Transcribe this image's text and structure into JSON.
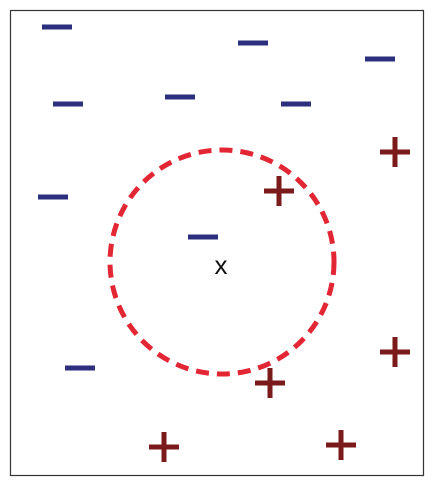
{
  "diagram": {
    "query_label": "x",
    "colors": {
      "minus": "#2b2f7d",
      "plus": "#7a1a1a",
      "circle": "#e32634",
      "frame": "#333333",
      "query": "#111111"
    },
    "symbols": {
      "minus": "−",
      "plus": "+"
    },
    "points": [
      {
        "type": "minus",
        "name": "minus-point-1"
      },
      {
        "type": "minus",
        "name": "minus-point-2"
      },
      {
        "type": "minus",
        "name": "minus-point-3"
      },
      {
        "type": "minus",
        "name": "minus-point-4"
      },
      {
        "type": "minus",
        "name": "minus-point-5"
      },
      {
        "type": "minus",
        "name": "minus-point-6"
      },
      {
        "type": "minus",
        "name": "minus-point-7"
      },
      {
        "type": "minus",
        "name": "minus-point-inside"
      },
      {
        "type": "minus",
        "name": "minus-point-8"
      },
      {
        "type": "plus",
        "name": "plus-point-1"
      },
      {
        "type": "plus",
        "name": "plus-point-inside"
      },
      {
        "type": "plus",
        "name": "plus-point-2"
      },
      {
        "type": "plus",
        "name": "plus-point-3"
      },
      {
        "type": "plus",
        "name": "plus-point-4"
      },
      {
        "type": "plus",
        "name": "plus-point-5"
      }
    ]
  }
}
